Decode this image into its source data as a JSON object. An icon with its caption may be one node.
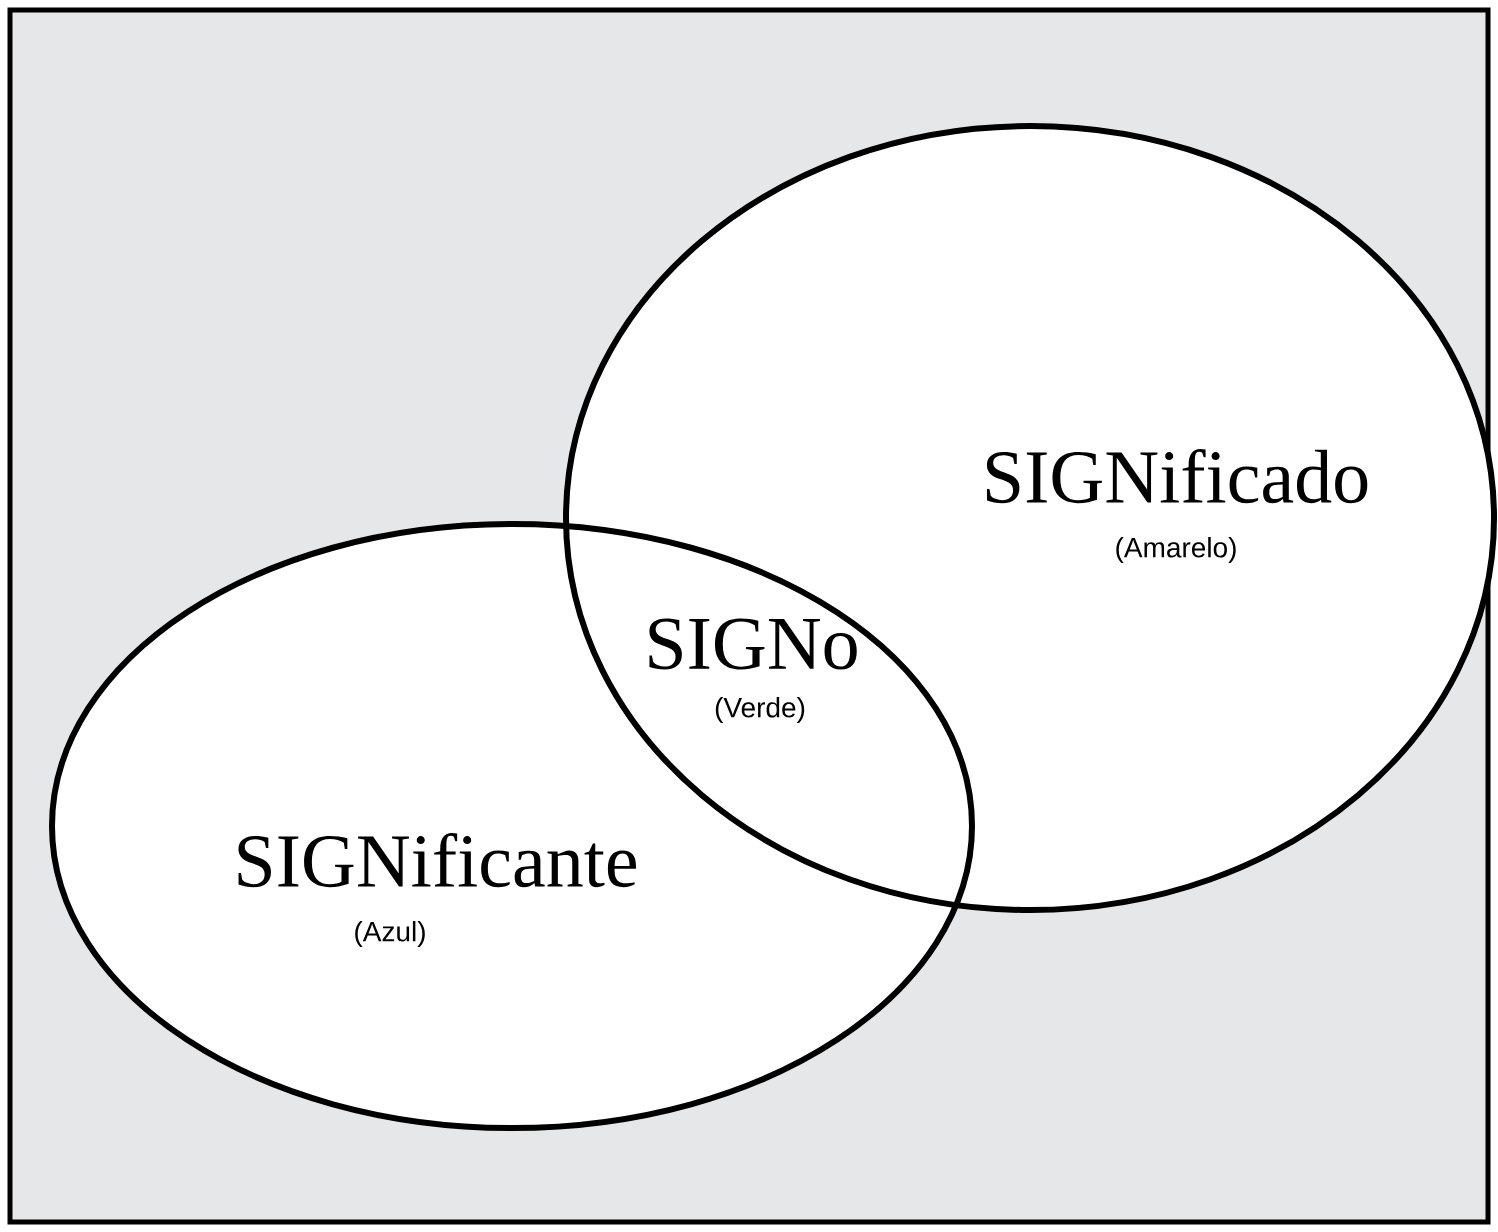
{
  "diagram": {
    "nodes": [
      {
        "text": [
          "SIGNificante",
          "(Azul)"
        ]
      },
      {
        "text": [
          "SIGNificado",
          "(Amarelo)"
        ]
      }
    ],
    "labels": [
      "SIGNo",
      "(Verde)"
    ]
  }
}
